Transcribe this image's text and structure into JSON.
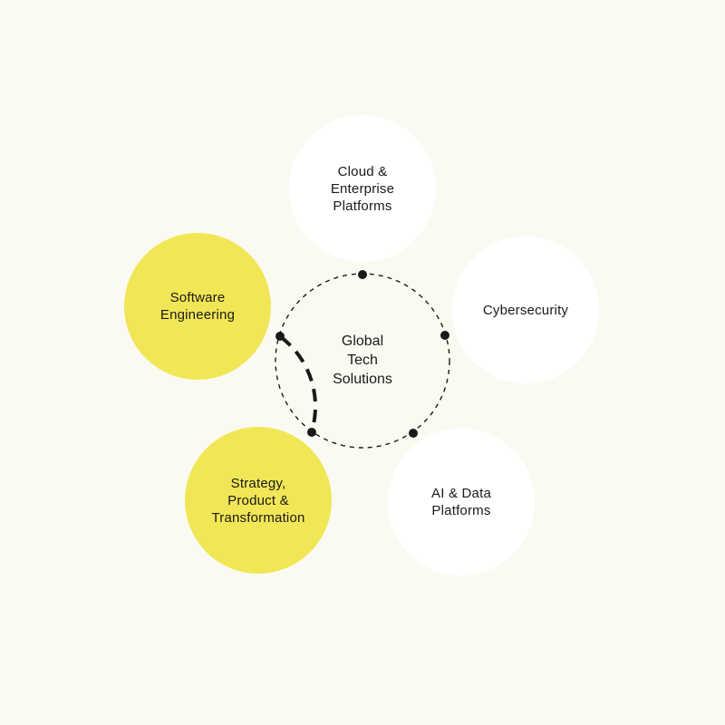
{
  "diagram": {
    "center": {
      "label": "Global\nTech\nSolutions"
    },
    "nodes": [
      {
        "id": "cloud",
        "label": "Cloud &\nEnterprise\nPlatforms",
        "highlighted": false
      },
      {
        "id": "cybersecurity",
        "label": "Cybersecurity",
        "highlighted": false
      },
      {
        "id": "ai-data",
        "label": "AI & Data\nPlatforms",
        "highlighted": false
      },
      {
        "id": "strategy",
        "label": "Strategy,\nProduct &\nTransformation",
        "highlighted": true
      },
      {
        "id": "software",
        "label": "Software\nEngineering",
        "highlighted": true
      }
    ],
    "colors": {
      "background": "#fbfaf2",
      "highlight": "#f1e656",
      "node": "#ffffff",
      "ink": "#1a1a1a"
    }
  }
}
